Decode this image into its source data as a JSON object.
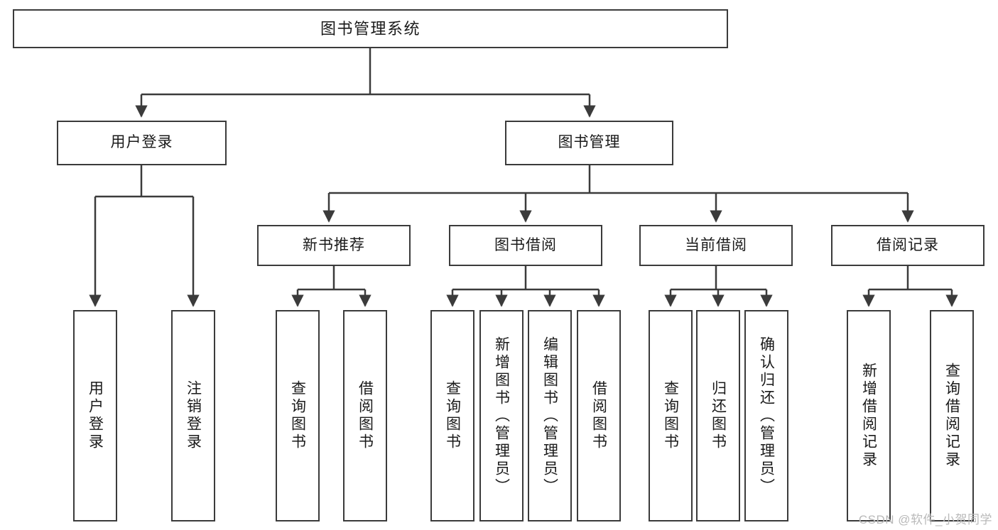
{
  "diagram": {
    "title": "图书管理系统",
    "watermark": "CSDN @软件_小贺同学",
    "stroke_color": "#3b3b3b",
    "background_color": "#ffffff",
    "text_color": "#1a1a1a",
    "watermark_color": "#b9b9b9",
    "type": "tree-hierarchy",
    "levels": 4
  },
  "nodes": {
    "root": {
      "label": "图书管理系统"
    },
    "level1": [
      {
        "id": "user-login",
        "label": "用户登录"
      },
      {
        "id": "book-management",
        "label": "图书管理"
      }
    ],
    "level2": [
      {
        "id": "new-book-recommend",
        "label": "新书推荐",
        "parent": "book-management"
      },
      {
        "id": "book-borrow",
        "label": "图书借阅",
        "parent": "book-management"
      },
      {
        "id": "current-borrow",
        "label": "当前借阅",
        "parent": "book-management"
      },
      {
        "id": "borrow-record",
        "label": "借阅记录",
        "parent": "book-management"
      }
    ],
    "leaves": {
      "user-login": [
        {
          "id": "leaf-user-login",
          "label": "用户登录"
        },
        {
          "id": "leaf-logout-login",
          "label": "注销登录"
        }
      ],
      "new-book-recommend": [
        {
          "id": "leaf-query-book-1",
          "label": "查询图书"
        },
        {
          "id": "leaf-borrow-book-1",
          "label": "借阅图书"
        }
      ],
      "book-borrow": [
        {
          "id": "leaf-query-book-2",
          "label": "查询图书"
        },
        {
          "id": "leaf-add-book",
          "label": "新增图书（管理员）"
        },
        {
          "id": "leaf-edit-book",
          "label": "编辑图书（管理员）"
        },
        {
          "id": "leaf-borrow-book-2",
          "label": "借阅图书"
        }
      ],
      "current-borrow": [
        {
          "id": "leaf-query-book-3",
          "label": "查询图书"
        },
        {
          "id": "leaf-return-book",
          "label": "归还图书"
        },
        {
          "id": "leaf-confirm-return",
          "label": "确认归还（管理员）"
        }
      ],
      "borrow-record": [
        {
          "id": "leaf-add-record",
          "label": "新增借阅记录"
        },
        {
          "id": "leaf-query-record",
          "label": "查询借阅记录"
        }
      ]
    }
  }
}
